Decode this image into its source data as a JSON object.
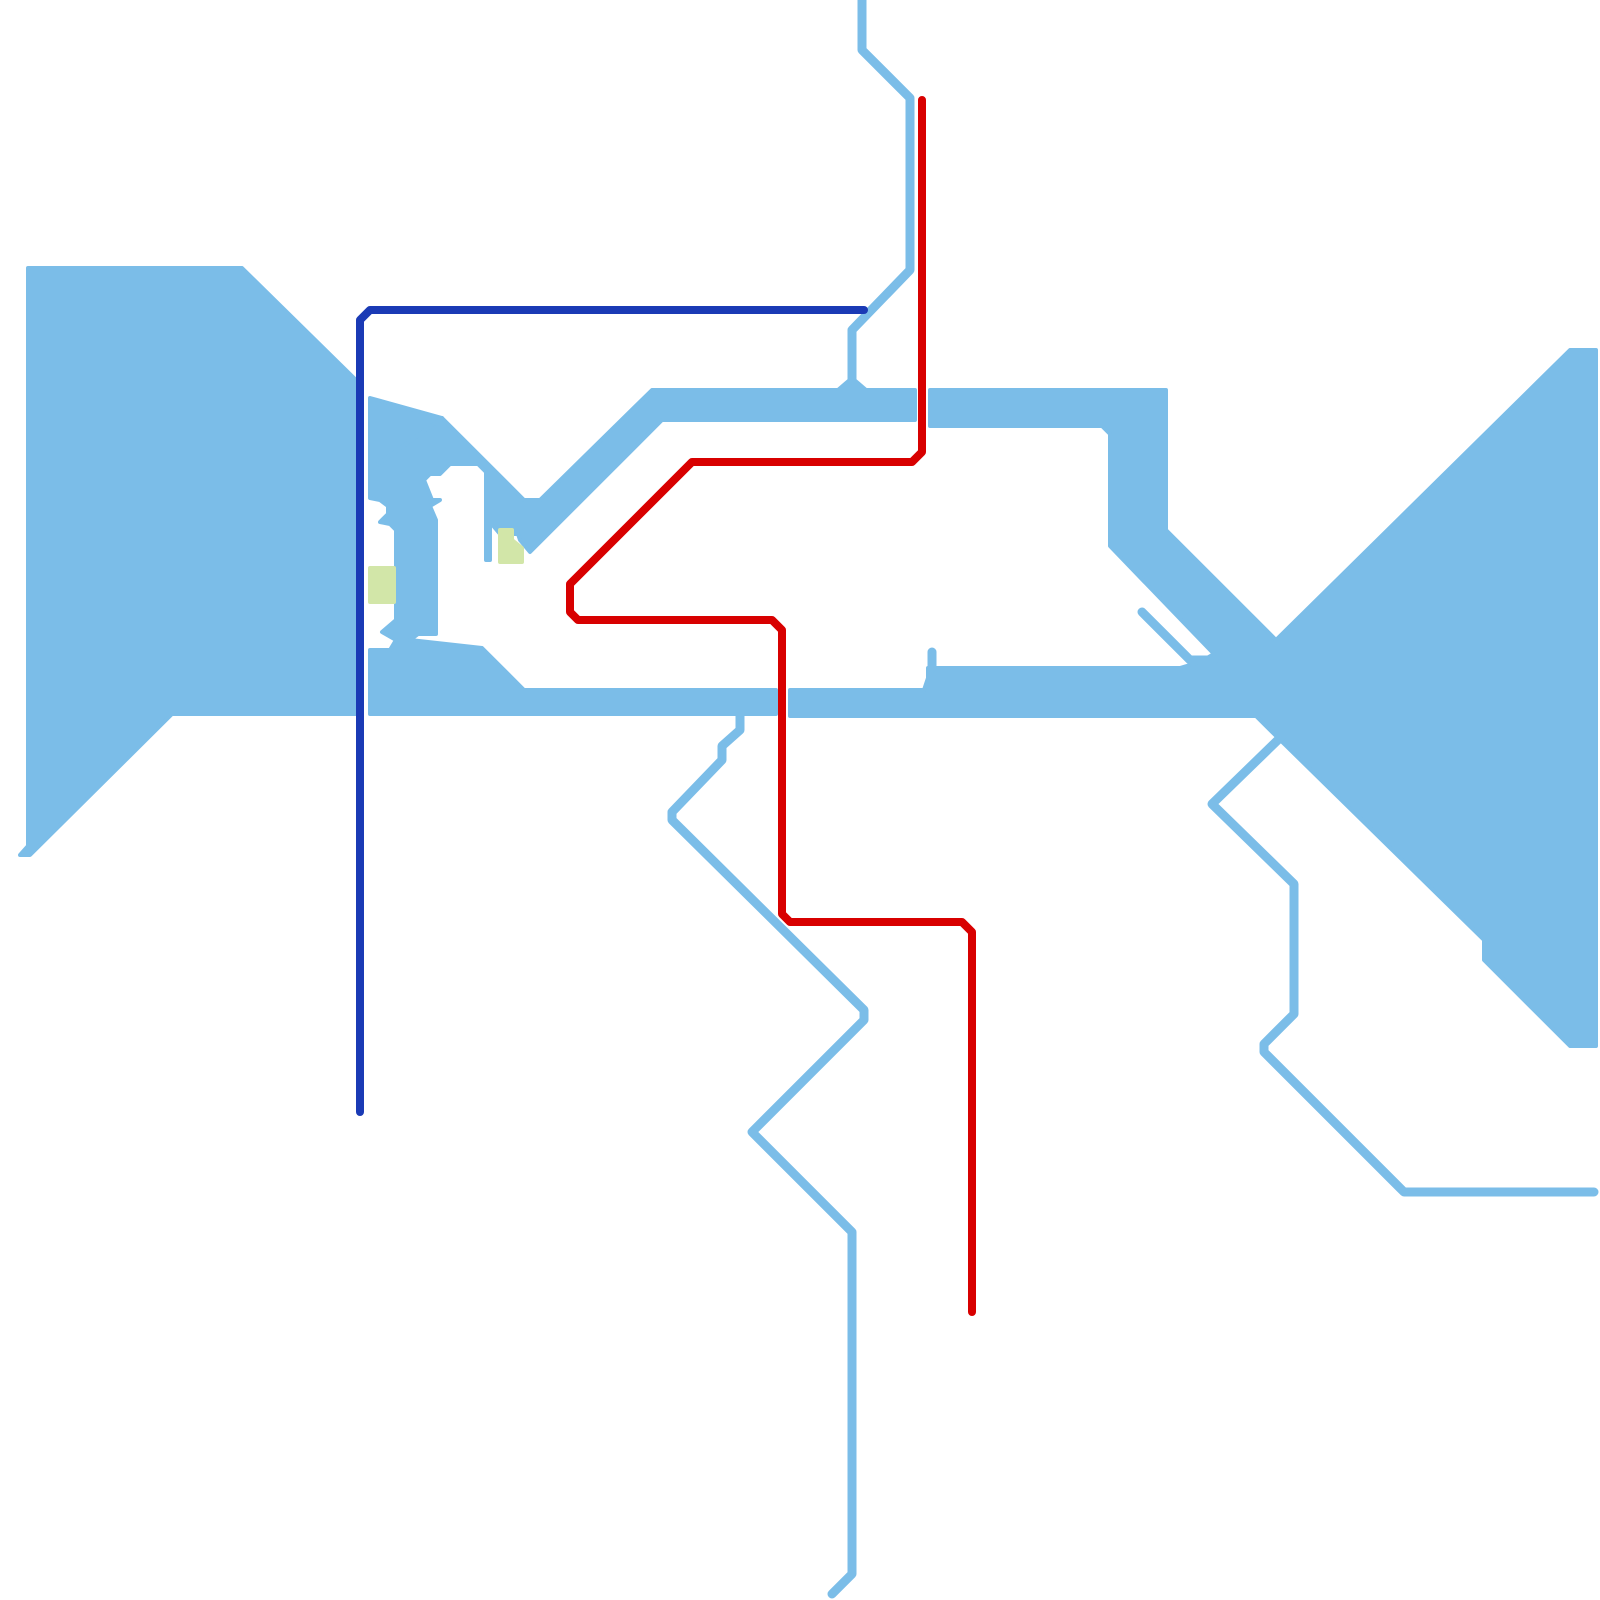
{
  "map": {
    "colors": {
      "background": "#ffffff",
      "water": "#7bbde8",
      "park": "#d2e6a8",
      "route_blue": "#1a3ab5",
      "route_red": "#d80000"
    },
    "layers": [
      "water",
      "parks",
      "transit-routes"
    ],
    "routes": [
      {
        "id": "blue-line",
        "color_key": "route_blue"
      },
      {
        "id": "red-line",
        "color_key": "route_red"
      }
    ]
  }
}
